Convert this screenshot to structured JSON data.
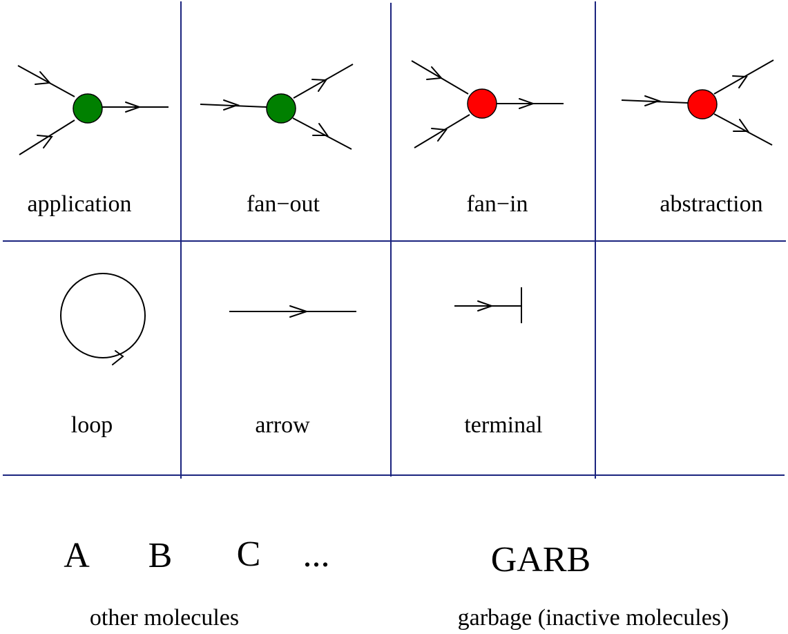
{
  "node_colors": {
    "green": "#008000",
    "red": "#ff0000",
    "grid": "#1a237e"
  },
  "cells": {
    "application": {
      "label": "application",
      "node": "green"
    },
    "fan_out": {
      "label": "fan−out",
      "node": "green"
    },
    "fan_in": {
      "label": "fan−in",
      "node": "red"
    },
    "abstraction": {
      "label": "abstraction",
      "node": "red"
    },
    "loop": {
      "label": "loop"
    },
    "arrow": {
      "label": "arrow"
    },
    "terminal": {
      "label": "terminal"
    }
  },
  "molecules": {
    "symbols": [
      "A",
      "B",
      "C",
      "..."
    ],
    "caption": "other molecules"
  },
  "garbage": {
    "symbol": "GARB",
    "caption": "garbage (inactive molecules)"
  }
}
